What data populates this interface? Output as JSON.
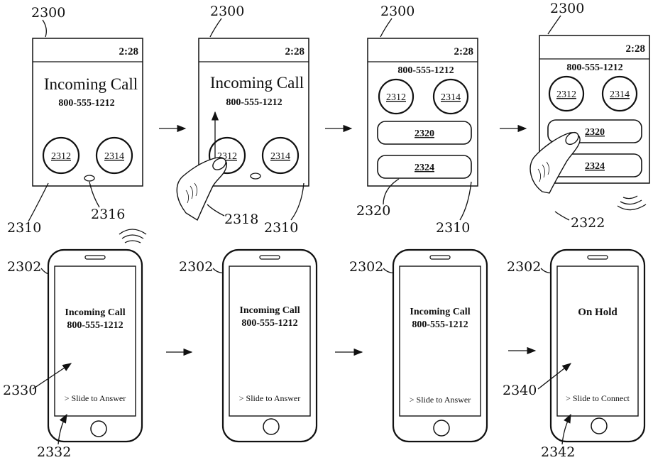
{
  "top": {
    "panels": [
      {
        "label": "2300",
        "time": "2:28",
        "title": "Incoming Call",
        "number": "800-555-1212",
        "btn_a": "2312",
        "btn_b": "2314"
      },
      {
        "label": "2300",
        "time": "2:28",
        "title": "Incoming Call",
        "number": "800-555-1212",
        "btn_a": "2312",
        "btn_b": "2314"
      },
      {
        "label": "2300",
        "time": "2:28",
        "number": "800-555-1212",
        "btn_a": "2312",
        "btn_b": "2314",
        "pill_a": "2320",
        "pill_b": "2324"
      },
      {
        "label": "2300",
        "time": "2:28",
        "number": "800-555-1212",
        "btn_a": "2312",
        "btn_b": "2314",
        "pill_a": "2320",
        "pill_b": "2324"
      }
    ],
    "callouts": {
      "p1_screen": "2310",
      "p1_dot": "2316",
      "p2_gesture": "2318",
      "p2_screen": "2310",
      "p3_pill": "2320",
      "p3_screen": "2310",
      "p4_haptic": "2322"
    }
  },
  "bottom": {
    "phones": [
      {
        "label": "2302",
        "line1": "Incoming Call",
        "line2": "800-555-1212",
        "slide": "> Slide to Answer",
        "callout_screen": "2330",
        "callout_slide": "2332"
      },
      {
        "label": "2302",
        "line1": "Incoming Call",
        "line2": "800-555-1212",
        "slide": "> Slide to Answer"
      },
      {
        "label": "2302",
        "line1": "Incoming Call",
        "line2": "800-555-1212",
        "slide": "> Slide to Answer"
      },
      {
        "label": "2302",
        "line1": "On Hold",
        "line2": "",
        "slide": "> Slide to Connect",
        "callout_screen": "2340",
        "callout_slide": "2342"
      }
    ]
  }
}
